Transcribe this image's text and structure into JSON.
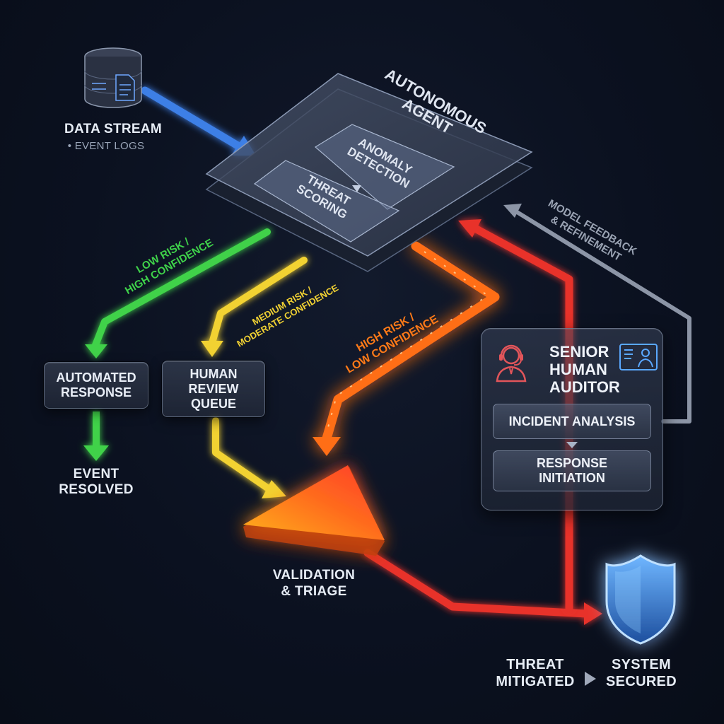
{
  "source": {
    "title": "Data Stream",
    "subtitle": "• Event Logs"
  },
  "agent": {
    "title_line1": "Autonomous",
    "title_line2": "Agent",
    "module1_line1": "Anomaly",
    "module1_line2": "Detection",
    "module2_line1": "Threat",
    "module2_line2": "Scoring"
  },
  "paths": {
    "low_line1": "Low Risk /",
    "low_line2": "High Confidence",
    "medium_line1": "Medium Risk /",
    "medium_line2": "Moderate Confidence",
    "high_line1": "High Risk /",
    "high_line2": "Low Confidence",
    "feedback_line1": "Model Feedback",
    "feedback_line2": "& Refinement"
  },
  "nodes": {
    "automated_line1": "Automated",
    "automated_line2": "Response",
    "review_line1": "Human",
    "review_line2": "Review",
    "review_line3": "Queue",
    "resolved_line1": "Event",
    "resolved_line2": "Resolved",
    "validation_line1": "Validation",
    "validation_line2": "& Triage"
  },
  "auditor": {
    "title_line1": "Senior",
    "title_line2": "Human",
    "title_line3": "Auditor",
    "step1": "Incident Analysis",
    "step2_line1": "Response",
    "step2_line2": "Initiation"
  },
  "outcome": {
    "mitigated_line1": "Threat",
    "mitigated_line2": "Mitigated",
    "secured_line1": "System",
    "secured_line2": "Secured"
  },
  "colors": {
    "blue": "#3d7fe6",
    "green": "#3fd24a",
    "yellow": "#f2d233",
    "orange": "#ff7a18",
    "red": "#e8302a",
    "gray": "#8c95a6",
    "shield": "#5aa8ff"
  },
  "icons": [
    "database-icon",
    "document-icon",
    "headset-user-icon",
    "dashboard-icon",
    "shield-icon",
    "triangle-icon",
    "play-arrow-icon"
  ]
}
